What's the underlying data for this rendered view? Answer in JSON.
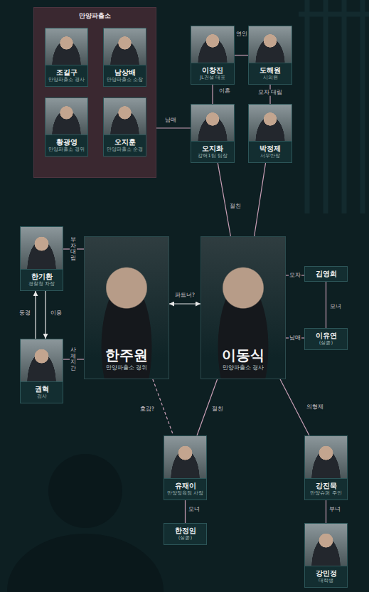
{
  "diagram": {
    "nodes": [
      {
        "text": [
          "만양파출소"
        ]
      },
      {
        "text": [
          "조길구",
          "만양파출소 경사"
        ],
        "in": 0
      },
      {
        "text": [
          "남상배",
          "만양파출소 소장"
        ],
        "in": 0
      },
      {
        "text": [
          "황광영",
          "만양파출소 경위"
        ],
        "in": 0
      },
      {
        "text": [
          "오지훈",
          "만양파출소 순경"
        ],
        "in": 0
      },
      {
        "text": [
          "이창진",
          "JL건설 대표"
        ]
      },
      {
        "text": [
          "도해원",
          "시의원"
        ]
      },
      {
        "text": [
          "오지화",
          "강력1팀 팀장"
        ]
      },
      {
        "text": [
          "박정제",
          "서무반장"
        ]
      },
      {
        "text": [
          "한기환",
          "경찰청 차장"
        ]
      },
      {
        "text": [
          "한주원",
          "만양파출소 경위"
        ]
      },
      {
        "text": [
          "이동식",
          "만양파출소 경사"
        ]
      },
      {
        "text": [
          "김영희"
        ]
      },
      {
        "text": [
          "권혁",
          "검사"
        ]
      },
      {
        "text": [
          "이유연",
          "(실종)"
        ]
      },
      {
        "text": [
          "유재이",
          "만양정육점 사장"
        ]
      },
      {
        "text": [
          "강진묵",
          "만양슈퍼 주인"
        ]
      },
      {
        "text": [
          "한정임",
          "(실종)"
        ]
      },
      {
        "text": [
          "강민정",
          "대학생"
        ]
      }
    ],
    "edges": [
      {
        "from": 5,
        "to": 6,
        "label": "연인",
        "arrow": "none"
      },
      {
        "from": 5,
        "to": 7,
        "label": "이혼",
        "arrow": "none"
      },
      {
        "from": 6,
        "to": 8,
        "label": "모자 대립",
        "arrow": "none"
      },
      {
        "from": 4,
        "to": 7,
        "label": "남매",
        "arrow": "none"
      },
      {
        "from": 7,
        "to": 11,
        "arrow": "none"
      },
      {
        "from": 8,
        "to": 11,
        "label": "절친",
        "arrow": "none"
      },
      {
        "from": 9,
        "to": 10,
        "label": "부자 대립",
        "arrow": "none"
      },
      {
        "from": 10,
        "to": 11,
        "label": "파트너?",
        "arrow": "both"
      },
      {
        "from": 13,
        "to": 9,
        "label": "동경",
        "arrow": "to"
      },
      {
        "from": 9,
        "to": 13,
        "label": "이용",
        "arrow": "to"
      },
      {
        "from": 13,
        "to": 10,
        "label": "사제 지간",
        "arrow": "none"
      },
      {
        "from": 12,
        "to": 11,
        "label": "모자",
        "arrow": "none"
      },
      {
        "from": 12,
        "to": 14,
        "label": "모녀",
        "arrow": "none"
      },
      {
        "from": 11,
        "to": 14,
        "label": "남매",
        "arrow": "none"
      },
      {
        "from": 10,
        "to": 15,
        "label": "호감?",
        "arrow": "none"
      },
      {
        "from": 11,
        "to": 15,
        "label": "절친",
        "arrow": "none"
      },
      {
        "from": 11,
        "to": 16,
        "label": "의형제",
        "arrow": "none"
      },
      {
        "from": 15,
        "to": 17,
        "label": "모녀",
        "arrow": "none"
      },
      {
        "from": 16,
        "to": 18,
        "label": "부녀",
        "arrow": "none"
      }
    ]
  }
}
